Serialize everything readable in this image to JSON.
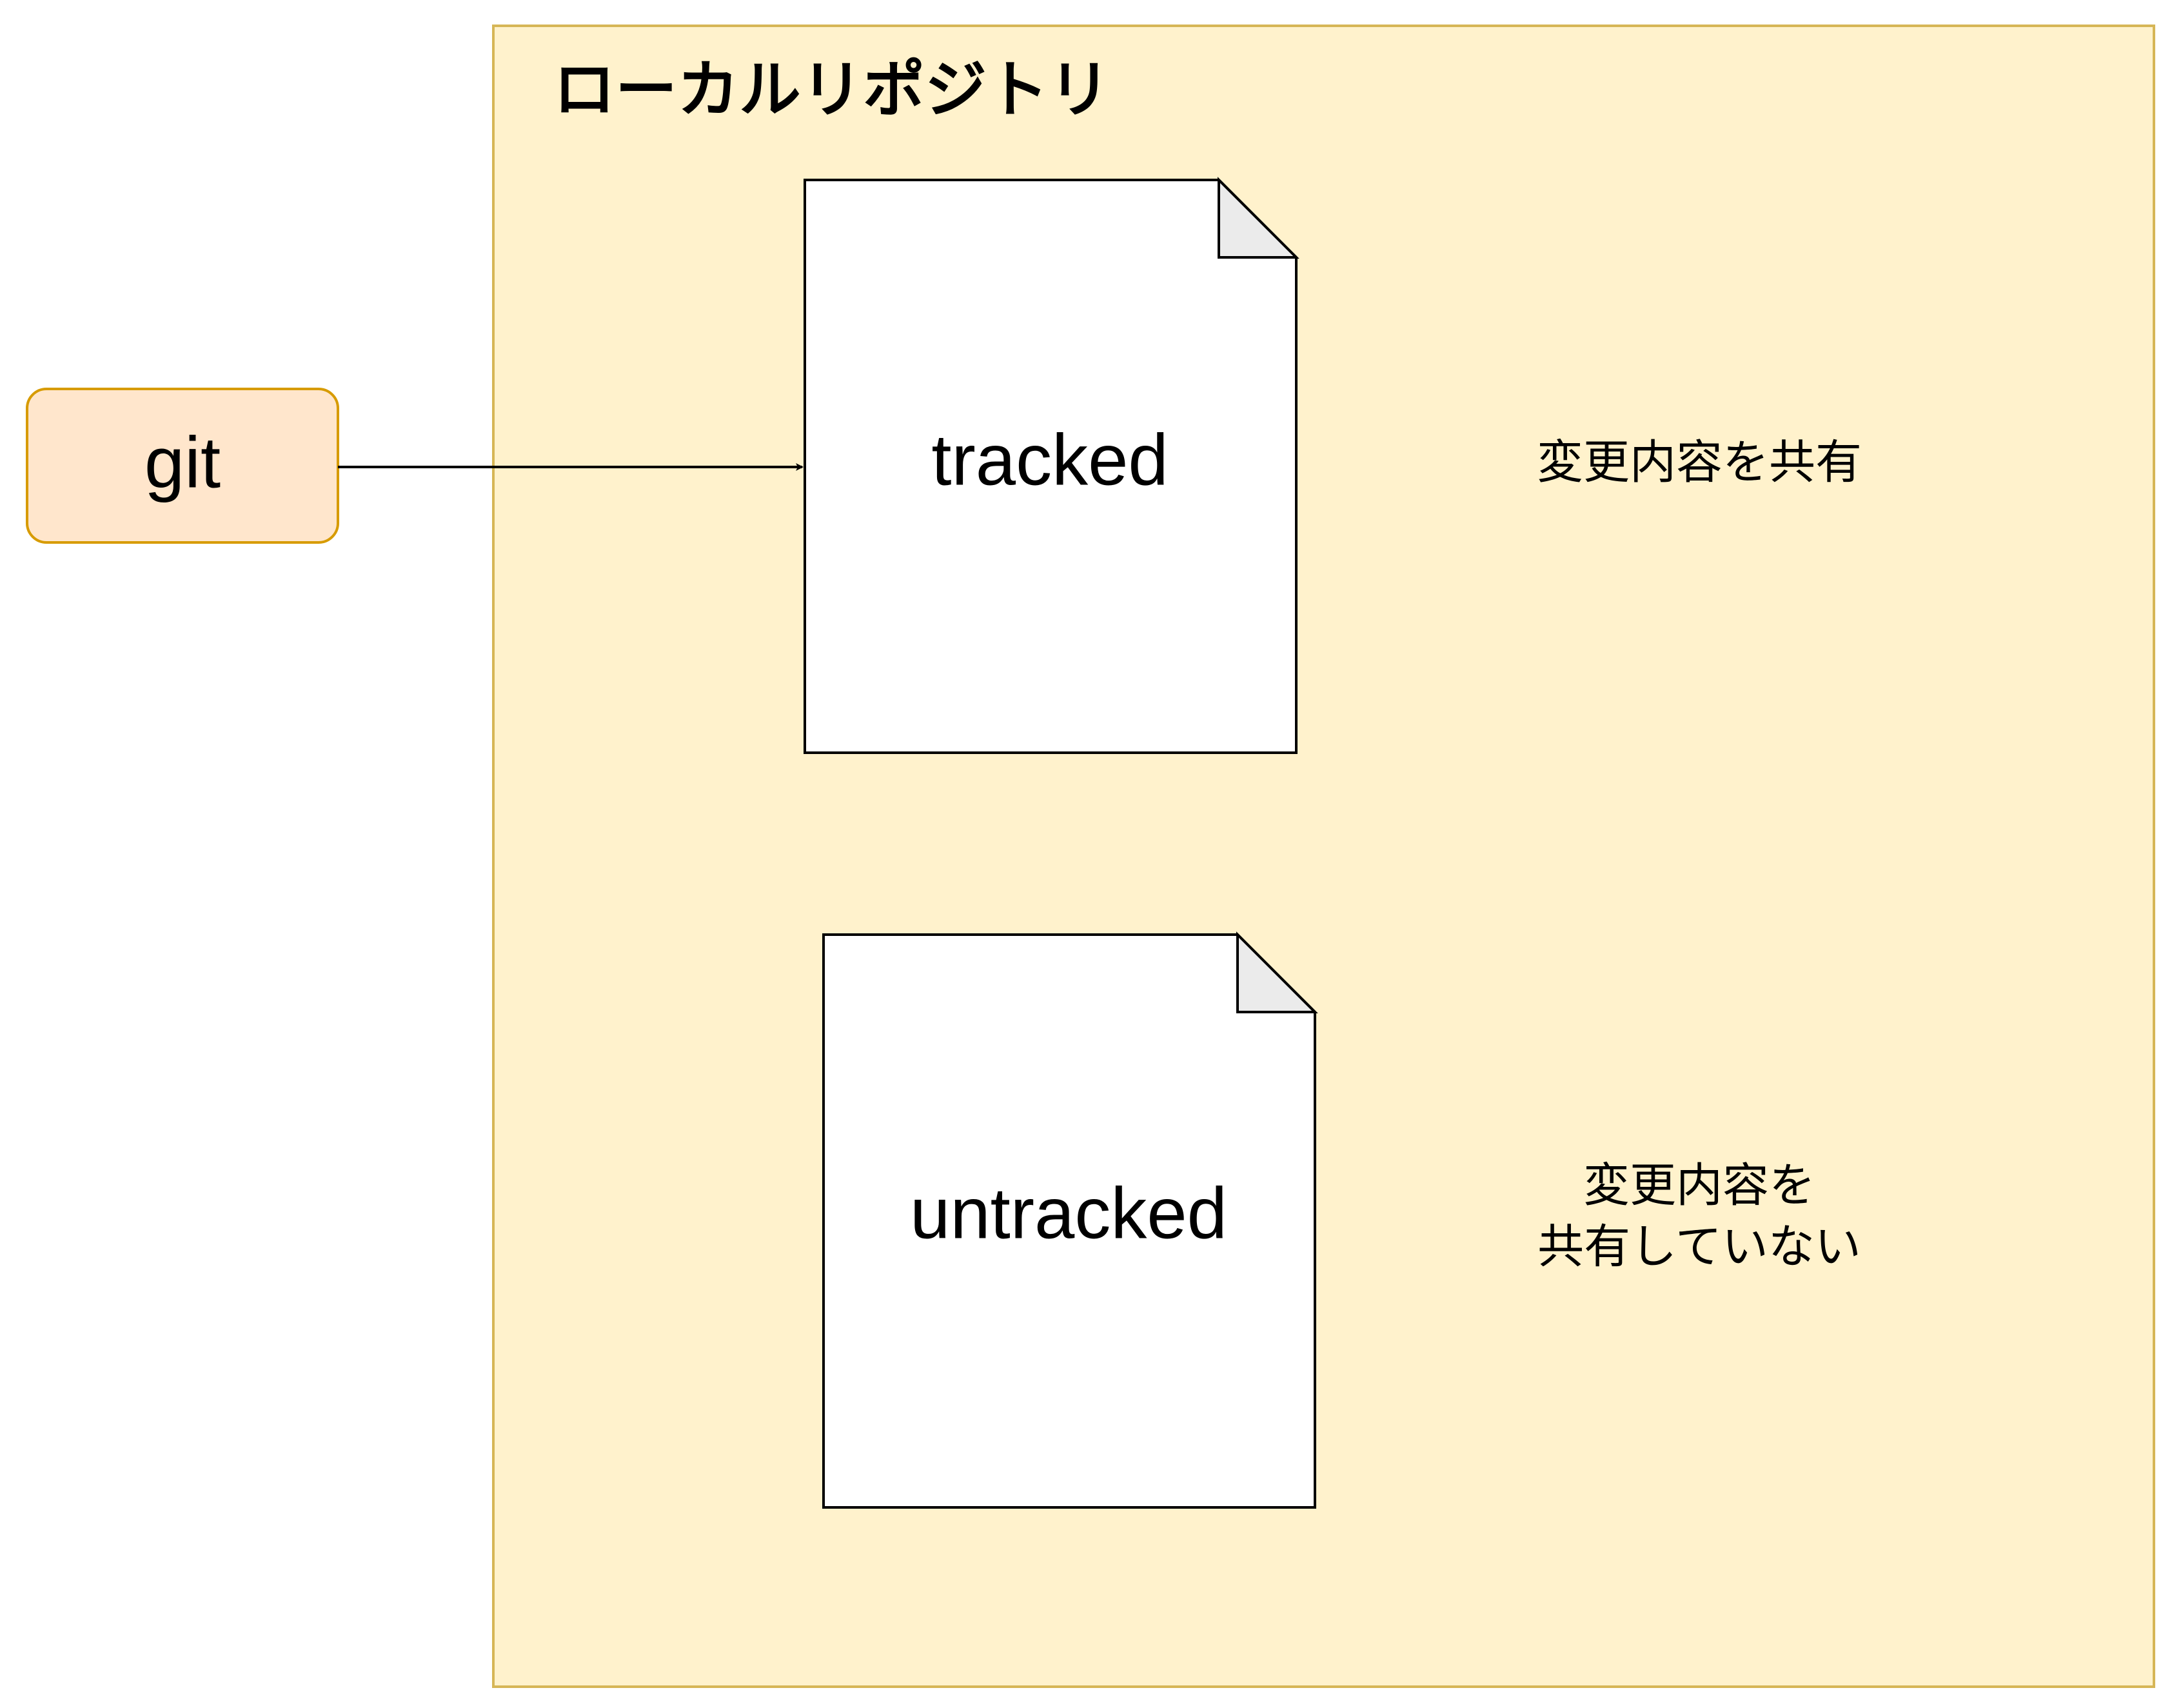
{
  "container": {
    "title": "ローカルリポジトリ",
    "fill": "#fff2cc",
    "stroke": "#d6b656"
  },
  "git_node": {
    "label": "git",
    "fill": "#ffe6cc",
    "stroke": "#d79b00"
  },
  "documents": [
    {
      "label": "tracked",
      "note_lines": [
        "変更内容を共有"
      ]
    },
    {
      "label": "untracked",
      "note_lines": [
        "変更内容を",
        "共有していない"
      ]
    }
  ],
  "edges": [
    {
      "from": "git",
      "to": "tracked"
    }
  ]
}
